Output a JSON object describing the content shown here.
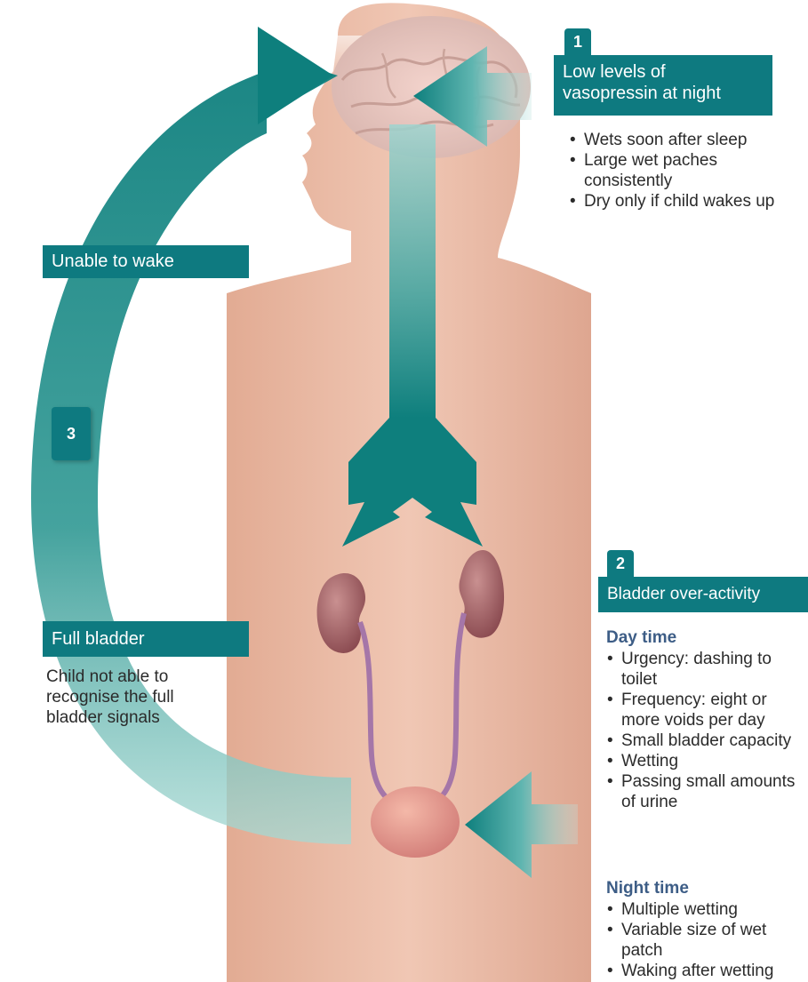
{
  "section1": {
    "number": "1",
    "title": "Low levels of vasopressin at night",
    "bullets": [
      "Wets soon after sleep",
      "Large wet paches consistently",
      "Dry only if child wakes up"
    ]
  },
  "section2": {
    "number": "2",
    "title": "Bladder over-activity",
    "day": {
      "heading": "Day time",
      "bullets": [
        "Urgency: dashing to toilet",
        "Frequency: eight or more voids per day",
        "Small bladder capacity",
        "Wetting",
        "Passing small amounts of urine"
      ]
    },
    "night": {
      "heading": "Night time",
      "bullets": [
        "Multiple wetting",
        "Variable size of wet patch",
        "Waking after wetting"
      ]
    }
  },
  "section3": {
    "number": "3",
    "wake_label": "Unable to wake",
    "bladder_label": "Full bladder",
    "bladder_text": "Child not able to recognise the full bladder signals"
  },
  "colors": {
    "accent": "#0e7a80",
    "skin": "#e9b9a3",
    "subheading": "#3d5d86"
  }
}
